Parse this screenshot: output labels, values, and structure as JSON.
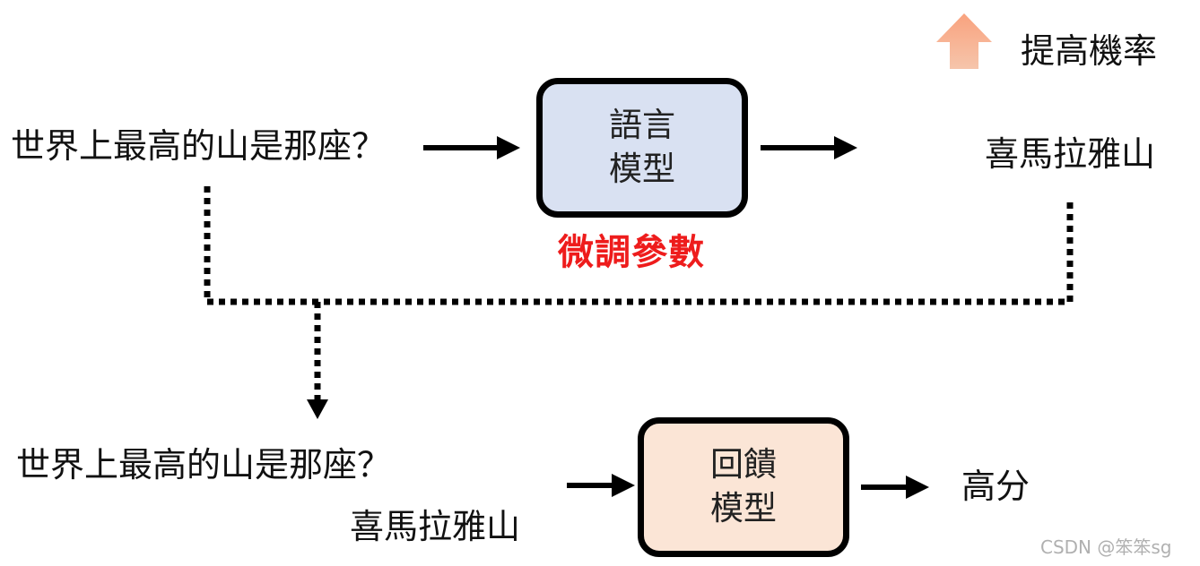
{
  "legend": {
    "label": "提高機率",
    "arrow_color": "#f4a07a"
  },
  "top_row": {
    "question": "世界上最高的山是那座？",
    "answer": "喜馬拉雅山",
    "model": {
      "line1": "語言",
      "line2": "模型",
      "fill": "#d9e1f2"
    },
    "action": {
      "label": "微調參數",
      "color": "#ee1c1c"
    }
  },
  "bottom_row": {
    "question": "世界上最高的山是那座？",
    "answer": "喜馬拉雅山",
    "model": {
      "line1": "回饋",
      "line2": "模型",
      "fill": "#fbe5d6"
    },
    "output": "高分"
  },
  "watermark": "CSDN @笨笨sg"
}
